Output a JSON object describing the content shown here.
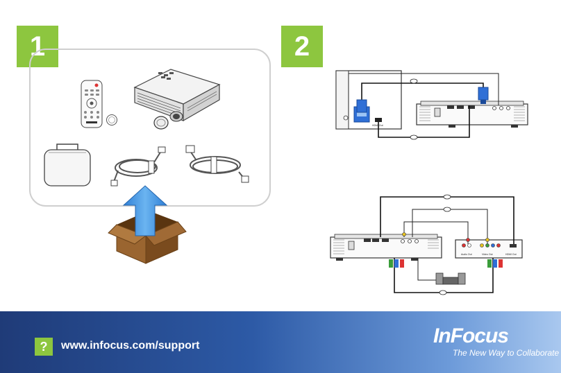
{
  "steps": {
    "step1": "1",
    "step2": "2"
  },
  "footer": {
    "help_icon": "?",
    "support_url": "www.infocus.com/support",
    "brand": "InFocus",
    "tagline": "The New Way to Collaborate"
  },
  "diagram_top": {
    "port_label": "HDMI Out"
  },
  "diagram_bottom": {
    "audio_label": "Audio Out",
    "video_label": "Video Out",
    "hdmi_label": "HDMI Out"
  },
  "colors": {
    "badge": "#8dc63f",
    "footer_start": "#1f3b78",
    "footer_end": "#a9c8ef",
    "arrow": "#4a9de0",
    "box": "#8b5a2b",
    "vga": "#2f6fd6"
  },
  "icons": [
    "help-icon",
    "upload-arrow-icon",
    "open-box-icon",
    "remote-icon",
    "projector-icon",
    "carry-case-icon",
    "hdmi-cable-icon",
    "power-cord-icon",
    "lens-cap-icon",
    "battery-icon",
    "laptop-icon",
    "speaker-icon",
    "media-player-icon"
  ]
}
